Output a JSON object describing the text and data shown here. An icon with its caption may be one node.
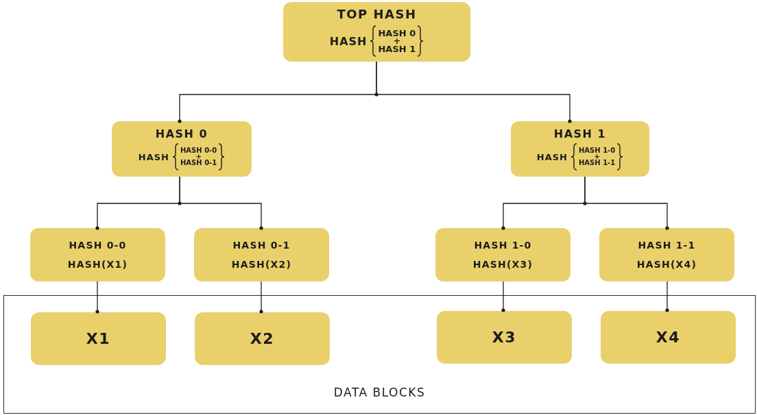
{
  "diagram": {
    "nodes": [
      {
        "text": [
          "TOP HASH",
          "HASH",
          "HASH 0",
          "+",
          "HASH 1"
        ]
      },
      {
        "text": [
          "HASH 0",
          "HASH",
          "HASH 0-0",
          "+",
          "HASH 0-1"
        ]
      },
      {
        "text": [
          "HASH 1",
          "HASH",
          "HASH 1-0",
          "+",
          "HASH 1-1"
        ]
      },
      {
        "text": [
          "HASH 0-0",
          "HASH(X1)"
        ]
      },
      {
        "text": [
          "HASH 0-1",
          "HASH(X2)"
        ]
      },
      {
        "text": [
          "HASH 1-0",
          "HASH(X3)"
        ]
      },
      {
        "text": [
          "HASH 1-1",
          "HASH(X4)"
        ]
      },
      {
        "text": [
          "DATA BLOCKS"
        ]
      },
      {
        "text": [
          "X1"
        ],
        "in": 7
      },
      {
        "text": [
          "X2"
        ],
        "in": 7
      },
      {
        "text": [
          "X3"
        ],
        "in": 7
      },
      {
        "text": [
          "X4"
        ],
        "in": 7
      }
    ],
    "edges": [
      {
        "from": 0,
        "to": 1,
        "arrow": "other"
      },
      {
        "from": 0,
        "to": 2,
        "arrow": "other"
      },
      {
        "from": 1,
        "to": 3,
        "arrow": "other"
      },
      {
        "from": 1,
        "to": 4,
        "arrow": "other"
      },
      {
        "from": 2,
        "to": 5,
        "arrow": "other"
      },
      {
        "from": 2,
        "to": 6,
        "arrow": "other"
      },
      {
        "from": 3,
        "to": 8,
        "arrow": "other"
      },
      {
        "from": 4,
        "to": 9,
        "arrow": "other"
      },
      {
        "from": 5,
        "to": 10,
        "arrow": "other"
      },
      {
        "from": 6,
        "to": 11,
        "arrow": "other"
      }
    ]
  }
}
